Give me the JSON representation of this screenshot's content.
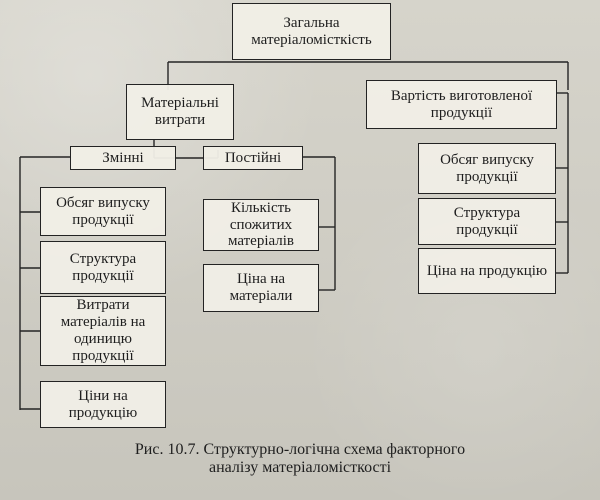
{
  "diagram": {
    "top": "Загальна матеріаломісткість",
    "material_costs": "Матеріальні витрати",
    "output_value": "Вартість виготовленої продукції",
    "variable": "Змінні",
    "fixed": "Постійні",
    "left": [
      "Обсяг випуску продукції",
      "Структура продукції",
      "Витрати матеріалів на одиницю продукції",
      "Ціни на продукцію"
    ],
    "middle": [
      "Кількість спожитих матеріалів",
      "Ціна на матеріали"
    ],
    "right": [
      "Обсяг випуску продукції",
      "Структура продукції",
      "Ціна на продукцію"
    ]
  },
  "caption": {
    "line1": "Рис. 10.7. Структурно-логічна схема факторного",
    "line2": "аналізу матеріаломісткості"
  }
}
